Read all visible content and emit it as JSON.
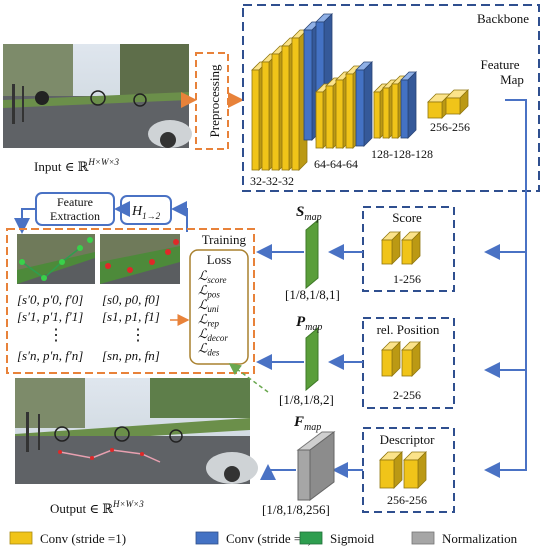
{
  "backbone": {
    "title": "Backbone",
    "feature_map_line1": "Feature",
    "feature_map_line2": "Map",
    "dims": [
      "32-32-32",
      "64-64-64",
      "128-128-128",
      "256-256"
    ]
  },
  "preprocessing": "Preprocessing",
  "input_label": "Input ∈ ℝ",
  "input_sup": "H×W×3",
  "output_label": "Output ∈ ℝ",
  "output_sup": "H×W×3",
  "heads": {
    "score": {
      "title": "Score",
      "dims": "1-256"
    },
    "position": {
      "title": "rel. Position",
      "dims": "2-256"
    },
    "descriptor": {
      "title": "Descriptor",
      "dims": "256-256"
    }
  },
  "maps": {
    "s_map": {
      "letter": "S",
      "sub": "map",
      "size": "[1/8,1/8,1]"
    },
    "p_map": {
      "letter": "P",
      "sub": "map",
      "size": "[1/8,1/8,2]"
    },
    "f_map": {
      "letter": "F",
      "sub": "map",
      "size": "[1/8,1/8,256]"
    }
  },
  "feature_extraction": [
    "Feature",
    "Extraction"
  ],
  "homography": {
    "letter": "H",
    "sub": "1→2"
  },
  "training": {
    "title": "Training",
    "loss_title": "Loss",
    "losses": [
      {
        "letter": "ℒ",
        "sub": "score"
      },
      {
        "letter": "ℒ",
        "sub": "pos"
      },
      {
        "letter": "ℒ",
        "sub": "uni"
      },
      {
        "letter": "ℒ",
        "sub": "rep"
      },
      {
        "letter": "ℒ",
        "sub": "decor"
      },
      {
        "letter": "ℒ",
        "sub": "des"
      }
    ],
    "left_col": [
      "[s′0, p′0, f′0]",
      "[s′1, p′1, f′1]",
      "[s′n, p′n, f′n]"
    ],
    "right_col": [
      "[s0, p0, f0]",
      "[s1, p1, f1]",
      "[sn, pn, fn]"
    ]
  },
  "legend": [
    {
      "label": "Conv (stride =1)",
      "color": "#f0c419"
    },
    {
      "label": "Conv (stride =2)",
      "color": "#4472c4"
    },
    {
      "label": "Sigmoid",
      "color": "#2e9e4f"
    },
    {
      "label": "Normalization",
      "color": "#a6a6a6"
    }
  ],
  "colors": {
    "dashed_border": "#2f4f8f",
    "orange_border": "#e8823a",
    "arrow": "#4a72c4",
    "conv1": "#f0c419",
    "conv2": "#4472c4",
    "sigmoid": "#5a9e3a",
    "norm": "#a6a6a6"
  }
}
